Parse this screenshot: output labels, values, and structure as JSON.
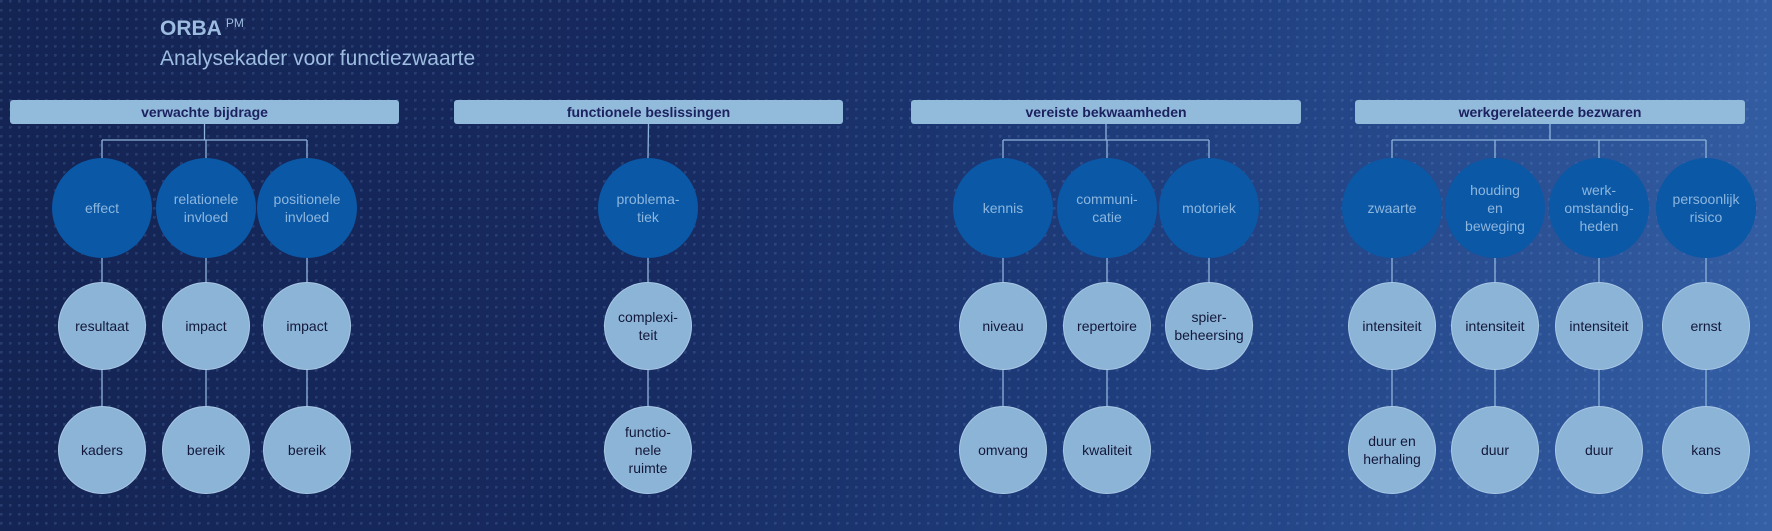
{
  "title": {
    "main": "ORBA",
    "superscript": "PM",
    "subtitle": "Analysekader voor functiezwaarte"
  },
  "colors": {
    "header_bg": "#92badb",
    "dark_circle": "#0a58a6",
    "light_circle": "#8cb4d7",
    "line": "#8fb4dc"
  },
  "groups": [
    {
      "label": "verwachte bijdrage",
      "columns": [
        {
          "top": "effect",
          "children": [
            "resultaat",
            "kaders"
          ]
        },
        {
          "top": "relationele\ninvloed",
          "children": [
            "impact",
            "bereik"
          ]
        },
        {
          "top": "positionele\ninvloed",
          "children": [
            "impact",
            "bereik"
          ]
        }
      ]
    },
    {
      "label": "functionele beslissingen",
      "columns": [
        {
          "top": "problema-\ntiek",
          "children": [
            "complexi-\nteit",
            "functio-\nnele\nruimte"
          ]
        }
      ]
    },
    {
      "label": "vereiste bekwaamheden",
      "columns": [
        {
          "top": "kennis",
          "children": [
            "niveau",
            "omvang"
          ]
        },
        {
          "top": "communi-\ncatie",
          "children": [
            "repertoire",
            "kwaliteit"
          ]
        },
        {
          "top": "motoriek",
          "children": [
            "spier-\nbeheersing"
          ]
        }
      ]
    },
    {
      "label": "werkgerelateerde bezwaren",
      "columns": [
        {
          "top": "zwaarte",
          "children": [
            "intensiteit",
            "duur en\nherhaling"
          ]
        },
        {
          "top": "houding\nen\nbeweging",
          "children": [
            "intensiteit",
            "duur"
          ]
        },
        {
          "top": "werk-\nomstandig-\nheden",
          "children": [
            "intensiteit",
            "duur"
          ]
        },
        {
          "top": "persoonlijk\nrisico",
          "children": [
            "ernst",
            "kans"
          ]
        }
      ]
    }
  ]
}
